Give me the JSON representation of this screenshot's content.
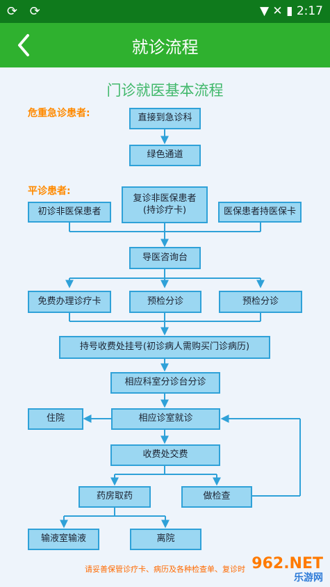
{
  "status_bar": {
    "left_icons": "⟳ ⟳",
    "right": "▼ ✕ ▮ 2:17"
  },
  "header": {
    "title": "就诊流程"
  },
  "flow": {
    "title": "门诊就医基本流程",
    "sections": {
      "emergency": "危重急诊患者:",
      "normal": "平诊患者:"
    },
    "nodes": {
      "emergency_direct": "直接到急诊科",
      "green_channel": "绿色通道",
      "new_non_insured": "初诊非医保患者",
      "return_non_insured_line1": "复诊非医保患者",
      "return_non_insured_line2": "(持诊疗卡)",
      "insured_with_card": "医保患者持医保卡",
      "guide_desk": "导医咨询台",
      "free_card": "免费办理诊疗卡",
      "triage_1": "预检分诊",
      "triage_2": "预检分诊",
      "registration": "持号收费处挂号(初诊病人需购买门诊病历)",
      "dept_triage": "相应科室分诊台分诊",
      "hospitalization": "住院",
      "consult": "相应诊室就诊",
      "pay": "收费处交费",
      "pharmacy": "药房取药",
      "exam": "做检查",
      "infusion": "输液室输液",
      "leave": "离院"
    },
    "footer_note": "请妥善保管诊疗卡、病历及各种检查单、复诊时"
  },
  "watermark": {
    "brand": "962.NET",
    "sub": "乐游网"
  },
  "colors": {
    "box_fill": "#9bd7f2",
    "box_border": "#2fa1d8",
    "header_green": "#2fb12f",
    "status_green": "#0f7a1c",
    "title_green": "#41b86b",
    "section_orange": "#ff8a00"
  }
}
